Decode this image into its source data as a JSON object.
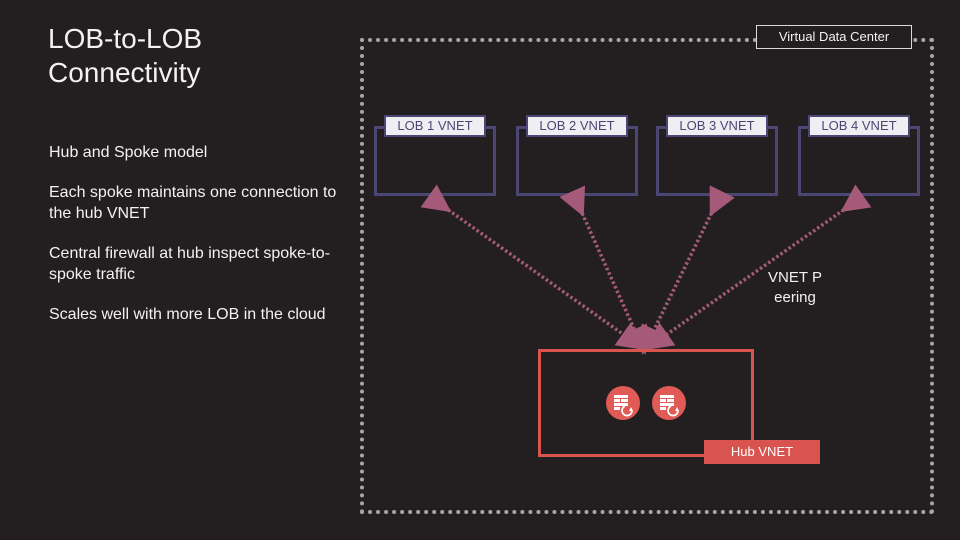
{
  "slide": {
    "title": "LOB-to-LOB Connectivity",
    "bullets": [
      "Hub and Spoke model",
      "Each spoke maintains one connection to the hub VNET",
      "Central firewall at hub inspect spoke-to-spoke traffic",
      "Scales well with more LOB in the cloud"
    ]
  },
  "diagram": {
    "container_label": "Virtual Data Center",
    "spokes": [
      {
        "label": "LOB 1 VNET"
      },
      {
        "label": "LOB 2 VNET"
      },
      {
        "label": "LOB 3 VNET"
      },
      {
        "label": "LOB 4 VNET"
      }
    ],
    "hub": {
      "label": "Hub VNET",
      "icons": [
        "firewall-icon",
        "firewall-icon"
      ]
    },
    "peering_label": "VNET Peering",
    "colors": {
      "background": "#231f20",
      "spoke_border": "#4b4775",
      "hub_border": "#d9534f",
      "arrow": "#a45a78",
      "frame": "#a6a6a6"
    }
  }
}
